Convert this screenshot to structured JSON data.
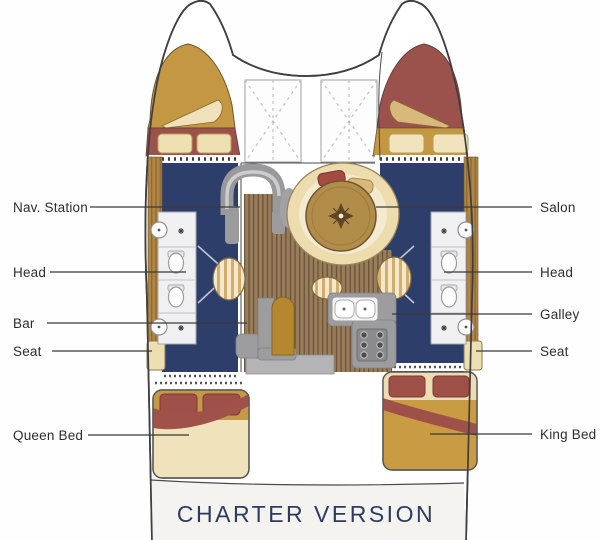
{
  "diagram": {
    "type": "catamaran-floor-plan",
    "title": "CHARTER VERSION",
    "labels_left": [
      {
        "id": "nav-station",
        "text": "Nav. Station"
      },
      {
        "id": "head-port",
        "text": "Head"
      },
      {
        "id": "bar",
        "text": "Bar"
      },
      {
        "id": "seat-port",
        "text": "Seat"
      },
      {
        "id": "queen-bed",
        "text": "Queen Bed"
      }
    ],
    "labels_right": [
      {
        "id": "salon",
        "text": "Salon"
      },
      {
        "id": "head-starboard",
        "text": "Head"
      },
      {
        "id": "galley",
        "text": "Galley"
      },
      {
        "id": "seat-starboard",
        "text": "Seat"
      },
      {
        "id": "king-bed",
        "text": "King Bed"
      }
    ]
  },
  "palette": {
    "hull_outline": "#3f3f3f",
    "cabin_navy": "#2d3e6b",
    "berth_gold": "#c49743",
    "berth_maroon": "#9c524c",
    "cushion_cream": "#f0e2bc",
    "teak_floor": "#977d5b",
    "wood_trim": "#b08647",
    "counter_gray": "#9d9da0",
    "title_navy": "#2d3b60"
  }
}
